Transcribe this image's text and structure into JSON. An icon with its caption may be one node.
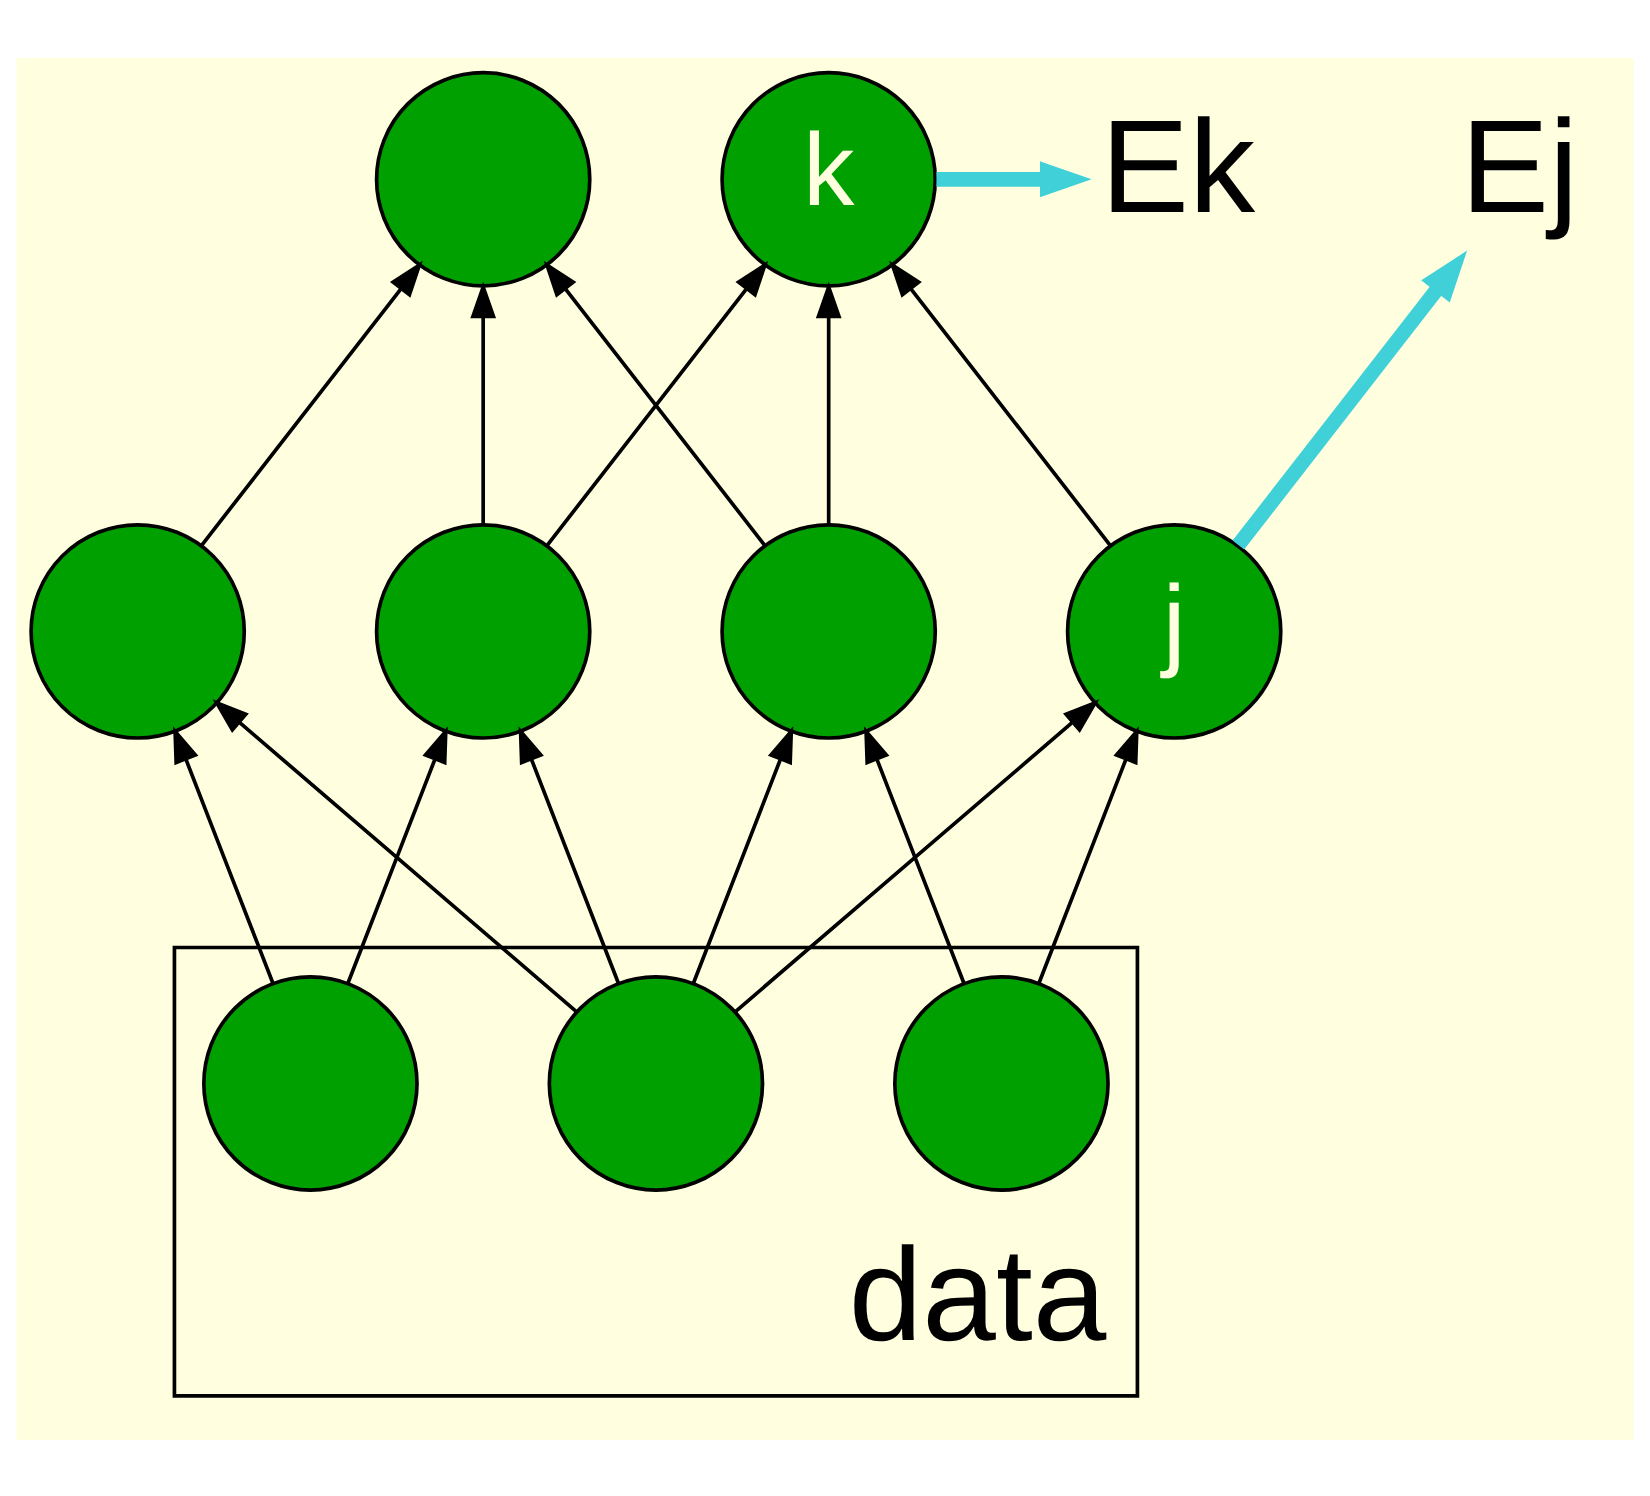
{
  "diagram": {
    "nodes": [
      {
        "text": [
          "Ek"
        ]
      },
      {
        "text": [],
        "shape": "circle"
      },
      {
        "text": [
          "k"
        ]
      },
      {
        "text": [
          "Ej"
        ]
      },
      {
        "text": [],
        "shape": "circle"
      },
      {
        "text": [],
        "shape": "circle"
      },
      {
        "text": [],
        "shape": "circle"
      },
      {
        "text": [
          "j"
        ]
      },
      {
        "text": [
          "data"
        ]
      },
      {
        "text": [],
        "shape": "circle",
        "in": 8
      },
      {
        "text": [],
        "shape": "circle",
        "in": 8
      },
      {
        "text": [],
        "shape": "circle",
        "in": 8
      }
    ],
    "edges": [
      {
        "from": 2,
        "to": 0,
        "arrow": "to",
        "style": "thick",
        "color": "#40d0d8"
      },
      {
        "from": 4,
        "to": 1,
        "arrow": "to"
      },
      {
        "from": 5,
        "to": 1,
        "arrow": "to"
      },
      {
        "from": 6,
        "to": 1,
        "arrow": "to"
      },
      {
        "from": 5,
        "to": 2,
        "arrow": "to"
      },
      {
        "from": 6,
        "to": 2,
        "arrow": "to"
      },
      {
        "from": 7,
        "to": 2,
        "arrow": "to"
      },
      {
        "from": 7,
        "to": 3,
        "arrow": "to",
        "style": "thick",
        "color": "#40d0d8"
      },
      {
        "from": 9,
        "to": 4,
        "arrow": "to"
      },
      {
        "from": 9,
        "to": 5,
        "arrow": "to"
      },
      {
        "from": 10,
        "to": 4,
        "arrow": "to"
      },
      {
        "from": 10,
        "to": 5,
        "arrow": "to"
      },
      {
        "from": 10,
        "to": 6,
        "arrow": "to"
      },
      {
        "from": 10,
        "to": 7,
        "arrow": "to"
      },
      {
        "from": 11,
        "to": 6,
        "arrow": "to"
      },
      {
        "from": 11,
        "to": 7,
        "arrow": "to"
      }
    ]
  }
}
